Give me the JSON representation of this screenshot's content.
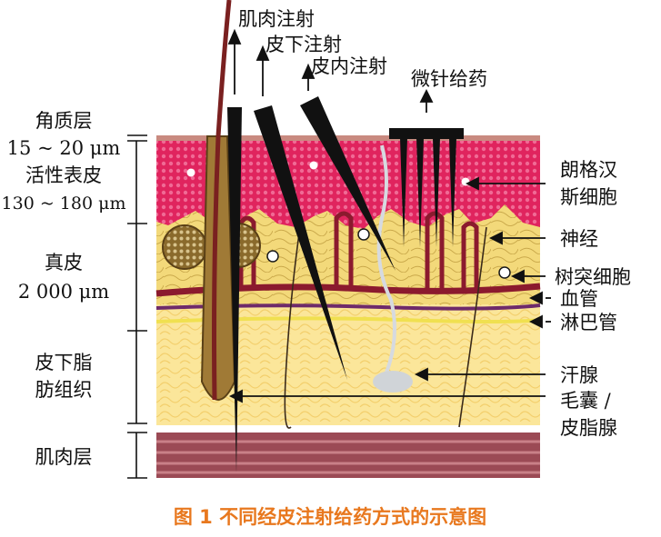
{
  "injection_labels": {
    "intramuscular": "肌肉注射",
    "subcutaneous": "皮下注射",
    "intradermal": "皮内注射",
    "microneedle": "微针给药"
  },
  "layer_labels": {
    "stratum_corneum": "角质层",
    "stratum_corneum_thickness": "15 ~ 20 μm",
    "viable_epidermis": "活性表皮",
    "viable_epidermis_thickness": "130 ~ 180 μm",
    "dermis": "真皮",
    "dermis_thickness": "2 000 μm",
    "subcutaneous_fat_line1": "皮下脂",
    "subcutaneous_fat_line2": "肪组织",
    "muscle": "肌肉层"
  },
  "structure_labels": {
    "langerhans_line1": "朗格汉",
    "langerhans_line2": "斯细胞",
    "nerve": "神经",
    "dendritic_cell": "树突细胞",
    "blood_vessel": "血管",
    "lymph_vessel": "淋巴管",
    "sweat_gland": "汗腺",
    "hair_follicle_line1": "毛囊 /",
    "hair_follicle_line2": "皮脂腺"
  },
  "caption": "图 1  不同经皮注射给药方式的示意图",
  "colors": {
    "epidermis": "#e0245e",
    "dermis": "#f3d97a",
    "fat": "#fbe69a",
    "muscle": "#9b4a55",
    "blood_vessel": "#8b1a2e",
    "lymph_vessel": "#f0e050",
    "needle": "#111111",
    "caption": "#e8781e"
  }
}
